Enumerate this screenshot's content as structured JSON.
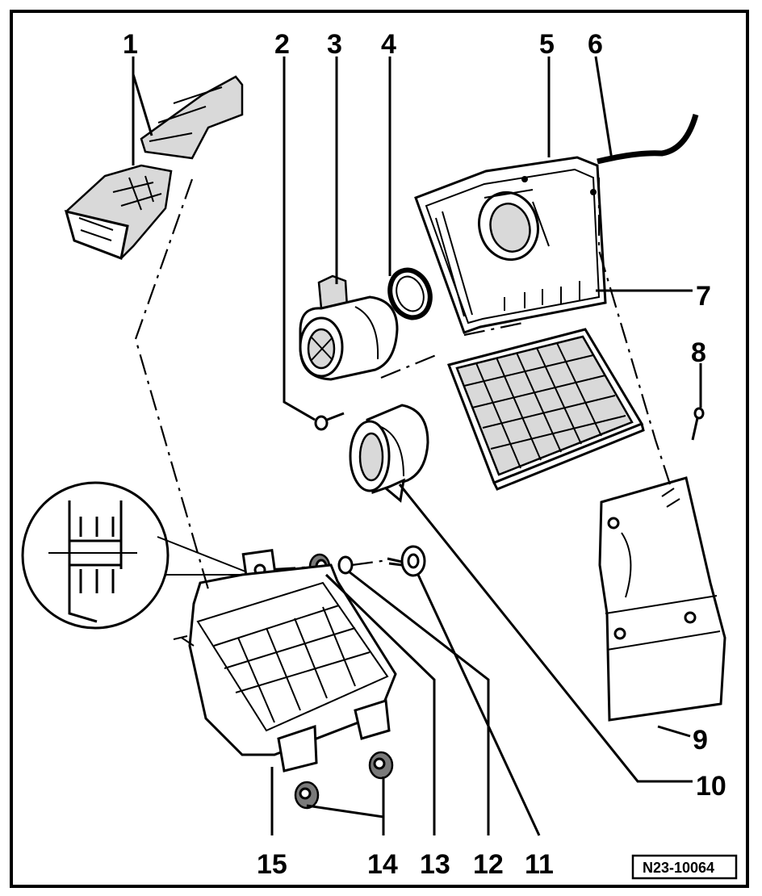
{
  "diagram": {
    "reference_code": "N23-10064",
    "callouts": [
      "1",
      "2",
      "3",
      "4",
      "5",
      "6",
      "7",
      "8",
      "9",
      "10",
      "11",
      "12",
      "13",
      "14",
      "15"
    ]
  }
}
